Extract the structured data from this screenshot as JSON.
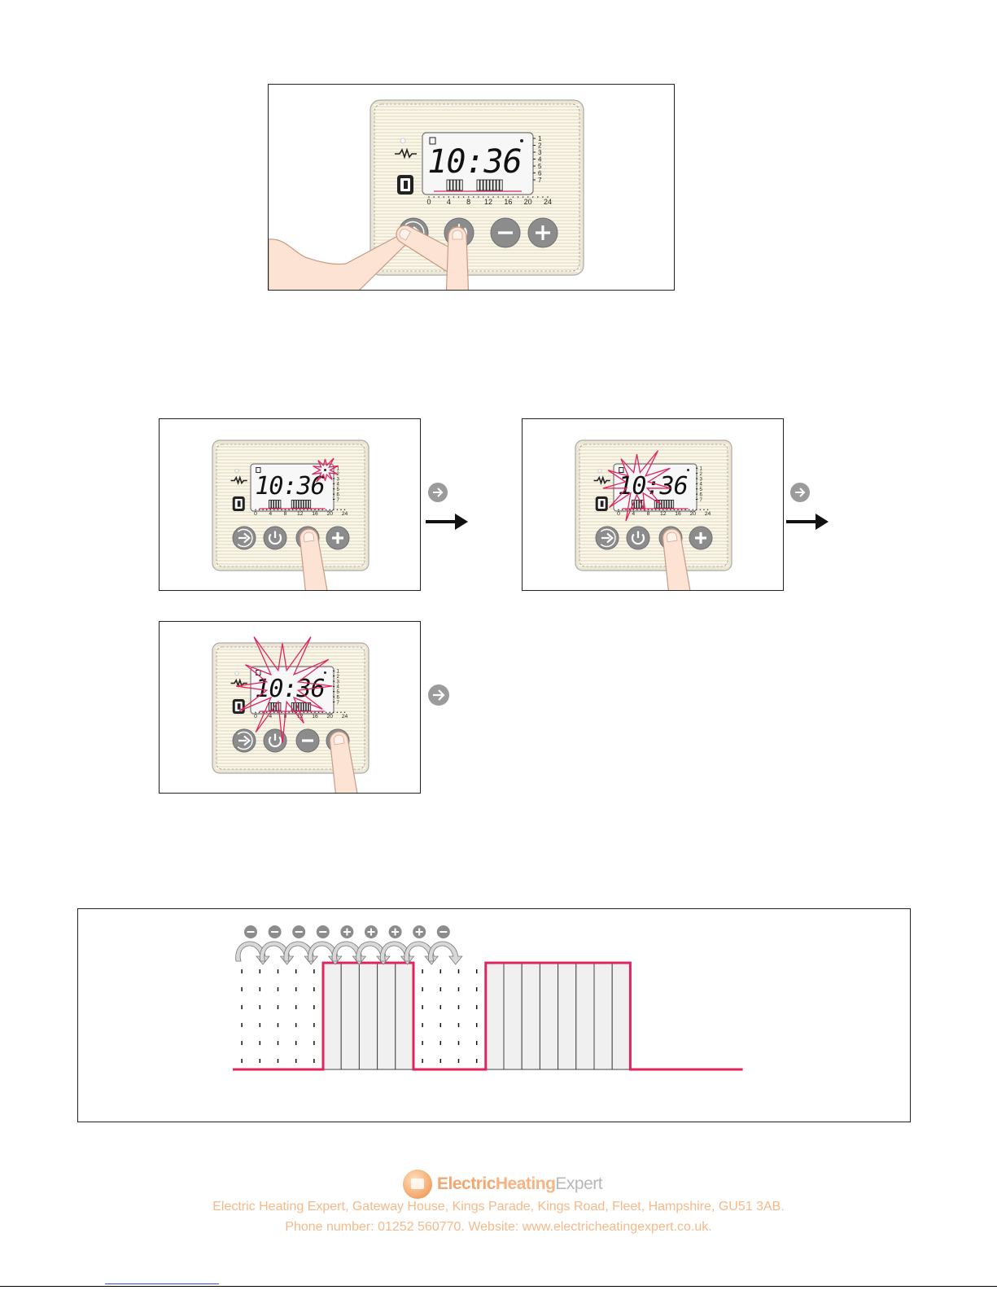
{
  "display": {
    "time": "10:36",
    "days": [
      "1",
      "2",
      "3",
      "4",
      "5",
      "6",
      "7"
    ],
    "hour_ticks": [
      "0",
      "4",
      "8",
      "12",
      "16",
      "20",
      "24"
    ]
  },
  "timeline": {
    "button_sequence": [
      "minus",
      "minus",
      "minus",
      "minus",
      "plus",
      "plus",
      "plus",
      "plus",
      "minus"
    ],
    "profile_segments": [
      {
        "state": "off",
        "slots": 5
      },
      {
        "state": "on",
        "slots": 5
      },
      {
        "state": "off",
        "slots": 4
      },
      {
        "state": "on",
        "slots": 8
      },
      {
        "state": "off",
        "slots": 6
      }
    ]
  },
  "colors": {
    "accent": "#e0245e",
    "panel": "#ece6d2",
    "button": "#8a8a8a",
    "footer_text": "#f5b98a"
  },
  "footer": {
    "brand_part1": "Electric",
    "brand_part2": "Heating",
    "brand_part3": "Expert",
    "address": "Electric Heating Expert, Gateway House, Kings Parade, Kings Road, Fleet, Hampshire, GU51 3AB.",
    "contact": "Phone number: 01252 560770. Website: www.electricheatingexpert.co.uk."
  }
}
